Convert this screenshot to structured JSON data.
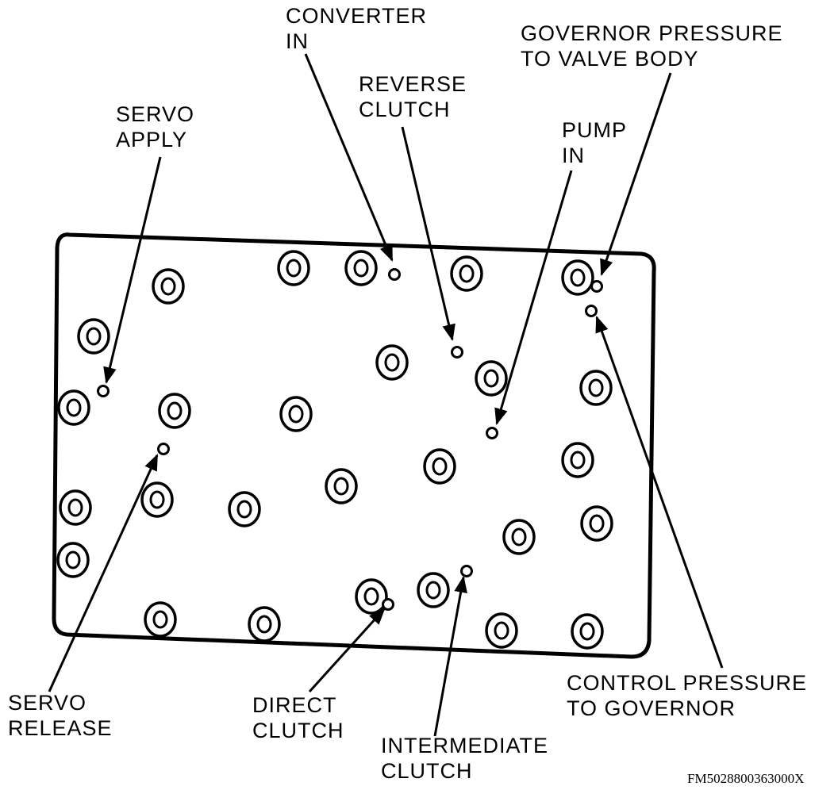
{
  "labels": {
    "converter_in": [
      "CONVERTER",
      "IN"
    ],
    "governor_pressure": [
      "GOVERNOR PRESSURE",
      "TO VALVE BODY"
    ],
    "reverse_clutch": [
      "REVERSE",
      "CLUTCH"
    ],
    "servo_apply": [
      "SERVO",
      "APPLY"
    ],
    "pump_in": [
      "PUMP",
      "IN"
    ],
    "servo_release": [
      "SERVO",
      "RELEASE"
    ],
    "direct_clutch": [
      "DIRECT",
      "CLUTCH"
    ],
    "intermediate_clutch": [
      "INTERMEDIATE",
      "CLUTCH"
    ],
    "control_pressure": [
      "CONTROL PRESSURE",
      "TO GOVERNOR"
    ]
  },
  "figure_id": "FM5028800363000X",
  "colors": {
    "ink": "#000000",
    "paper": "#ffffff"
  }
}
